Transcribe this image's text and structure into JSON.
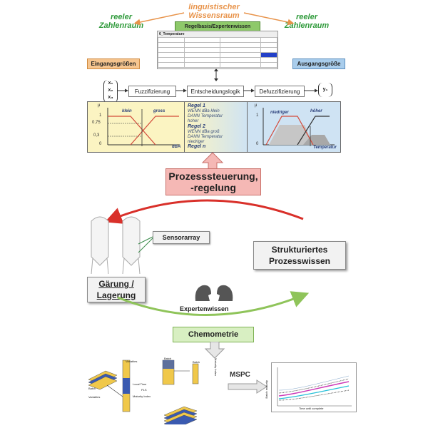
{
  "top": {
    "left_space": "reeler\nZahlenraum",
    "center_space": "linguistischer\nWissensraum",
    "right_space": "reeler\nZahlenraum",
    "rulebase_title": "Regelbasis/Expertenwissen",
    "rulebase_table_title": "6_Temperature",
    "input_label": "Eingangsgrößen",
    "output_label": "Ausgangsgröße",
    "inputs": [
      "x₁",
      "x₂",
      "x₃"
    ],
    "output": "y₁",
    "steps": [
      "Fuzzifizierung",
      "Entscheidungslogik",
      "Defuzzifizierung"
    ]
  },
  "fuzzy_left": {
    "mu": "μ",
    "y_ticks": [
      "1",
      "0,75",
      "0,3",
      "0"
    ],
    "term1": "klein",
    "term2": "gross",
    "x_label": "dBA"
  },
  "rules": {
    "r1_head": "Regel 1",
    "r1_body": "WENN dBa klein\nDANN Temperatur\nhoher",
    "r2_head": "Regel 2",
    "r2_body": "WENN dBa groß\nDANN Temperatur\nniedriger",
    "rn_head": "Regel n"
  },
  "fuzzy_right": {
    "mu": "μ",
    "y_ticks": [
      "1",
      "0"
    ],
    "term1": "niedriger",
    "term2": "höher",
    "x_label": "Temperatur"
  },
  "process": {
    "control": "Prozesssteuerung,\n-regelung",
    "sensor": "Sensorarray",
    "structured": "Strukturiertes\nProzesswissen",
    "fermentation": "Gärung /\nLagerung",
    "experts": "Expertenwissen",
    "chemometrics": "Chemometrie"
  },
  "bottom": {
    "batch": "Batch",
    "variables": "Variables",
    "local_time": "Local Time",
    "pls": "PLS",
    "maturity_index": "Maturity Index",
    "maturity_index_v": "Maturity Index",
    "mspc": "MSPC",
    "batch_maturity": "Batch maturity",
    "time_until_complete": "Time until complete"
  },
  "colors": {
    "green": "#2e9a3a",
    "orange": "#e8934a",
    "left_panel": "#fbf4c2",
    "right_panel": "#cfe3f3",
    "red_arrow": "#d9302a",
    "green_arrow": "#8fc45a",
    "control_box": "#f5b8b5"
  }
}
